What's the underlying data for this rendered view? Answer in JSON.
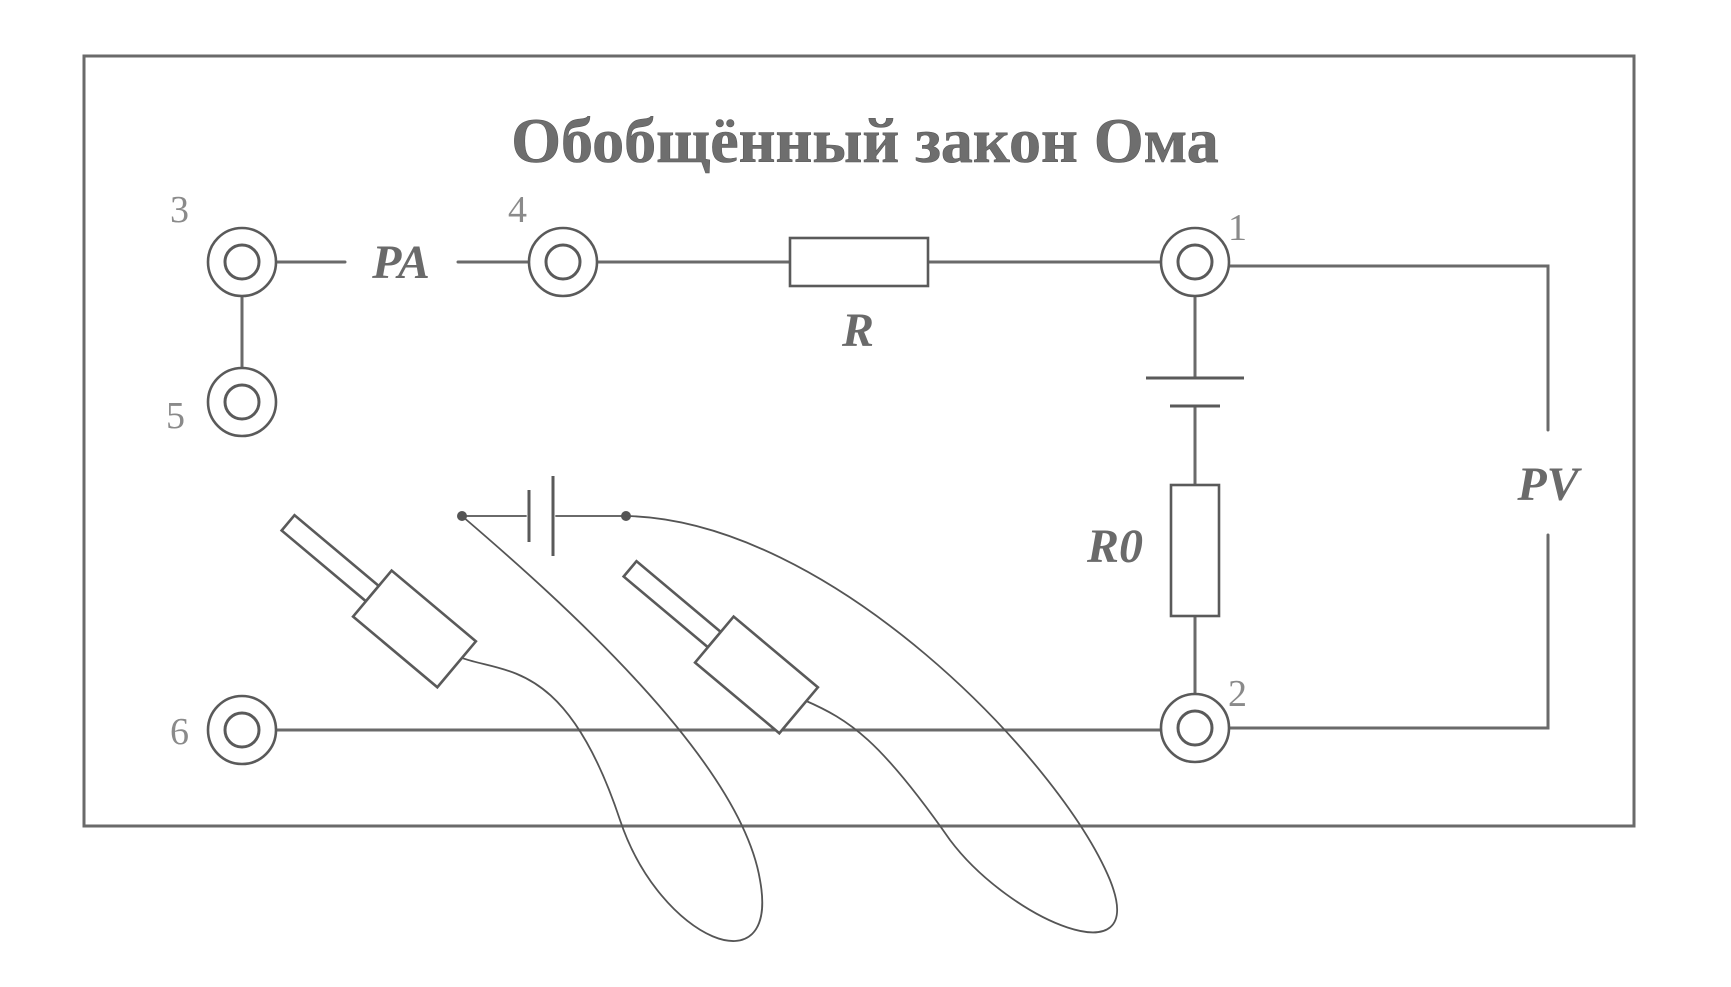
{
  "title": "Обобщённый закон Ома",
  "terminals": [
    {
      "id": "3",
      "label": "3"
    },
    {
      "id": "4",
      "label": "4"
    },
    {
      "id": "1",
      "label": "1"
    },
    {
      "id": "5",
      "label": "5"
    },
    {
      "id": "6",
      "label": "6"
    },
    {
      "id": "2",
      "label": "2"
    }
  ],
  "components": {
    "ammeter": "PA",
    "voltmeter": "PV",
    "resistor": "R",
    "internal_resistor": "R0"
  },
  "colors": {
    "line": "#5a5a5a",
    "text": "#6e6e6e",
    "background": "#ffffff"
  }
}
